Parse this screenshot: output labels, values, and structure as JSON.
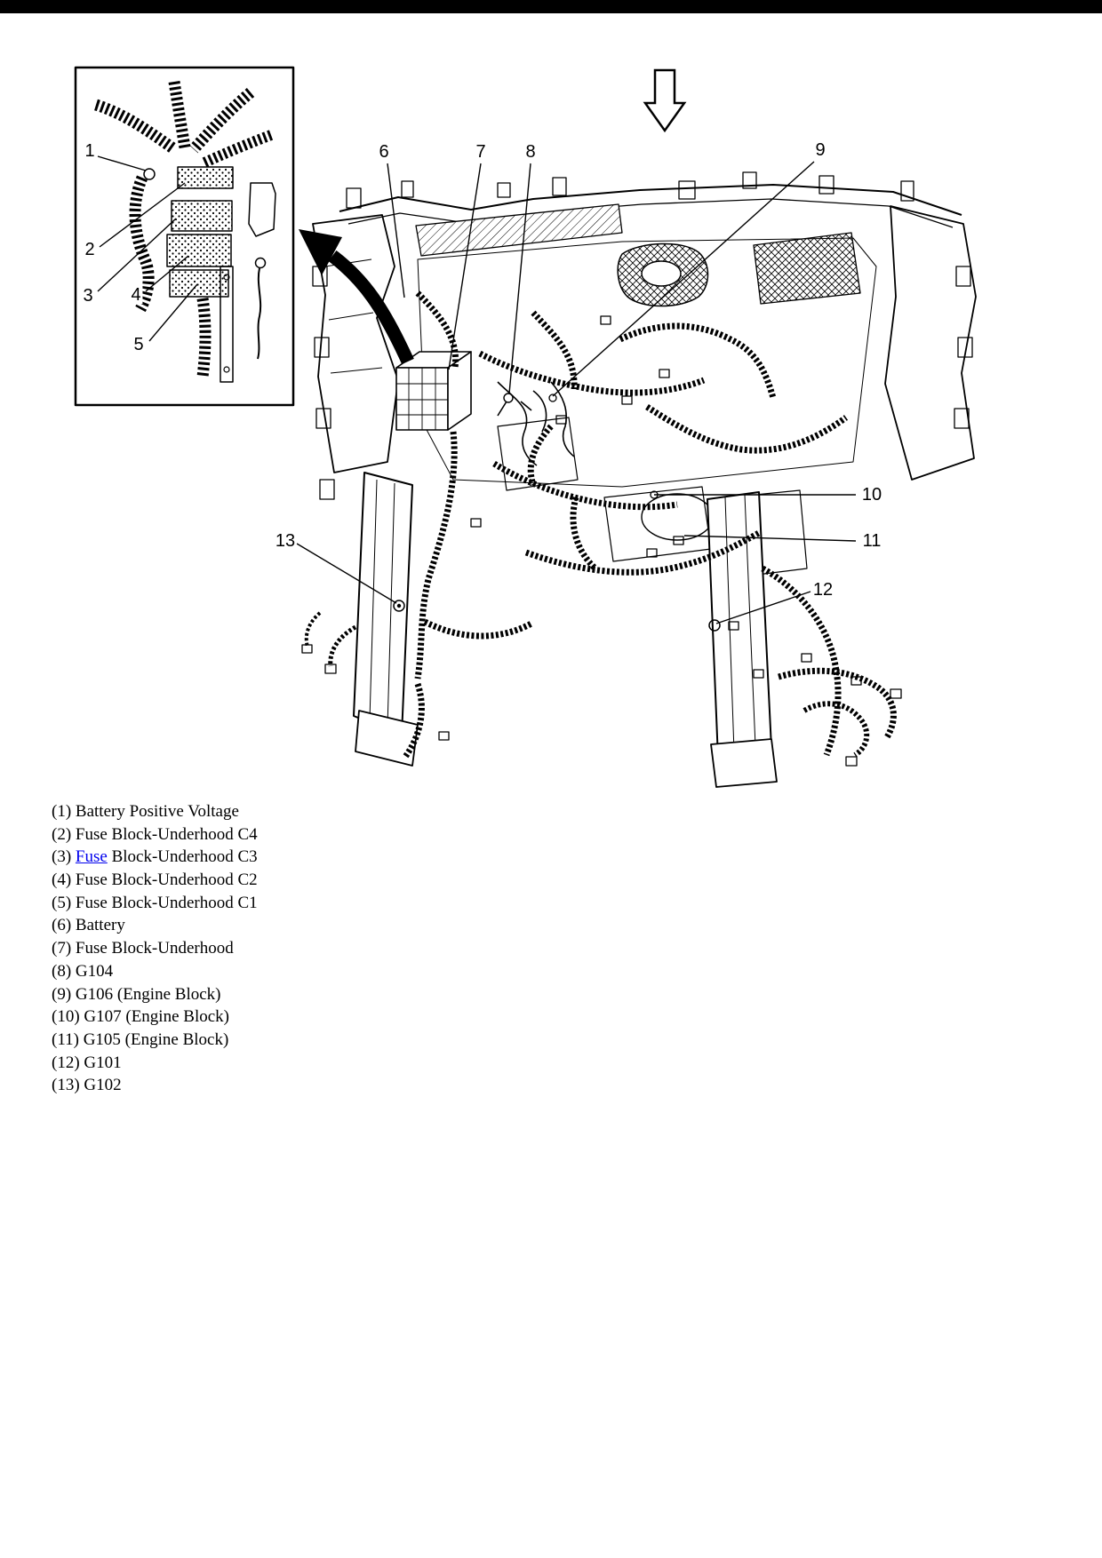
{
  "page": {
    "background": "#ffffff",
    "line_color": "#000000"
  },
  "callouts": {
    "inset": [
      "1",
      "2",
      "3",
      "4",
      "5"
    ],
    "main": [
      "6",
      "7",
      "8",
      "9",
      "10",
      "11",
      "12",
      "13"
    ]
  },
  "legend": {
    "link_color": "#0000ee",
    "items": [
      {
        "label": "(1) Battery Positive Voltage"
      },
      {
        "label": "(2) Fuse Block-Underhood C4"
      },
      {
        "pre": "(3) ",
        "link": "Fuse",
        "post": " Block-Underhood C3"
      },
      {
        "label": "(4) Fuse Block-Underhood C2"
      },
      {
        "label": "(5) Fuse Block-Underhood C1"
      },
      {
        "label": "(6) Battery"
      },
      {
        "label": "(7) Fuse Block-Underhood"
      },
      {
        "label": "(8) G104"
      },
      {
        "label": "(9) G106 (Engine Block)"
      },
      {
        "label": "(10) G107 (Engine Block)"
      },
      {
        "label": "(11) G105 (Engine Block)"
      },
      {
        "label": "(12) G101"
      },
      {
        "label": "(13) G102"
      }
    ]
  }
}
